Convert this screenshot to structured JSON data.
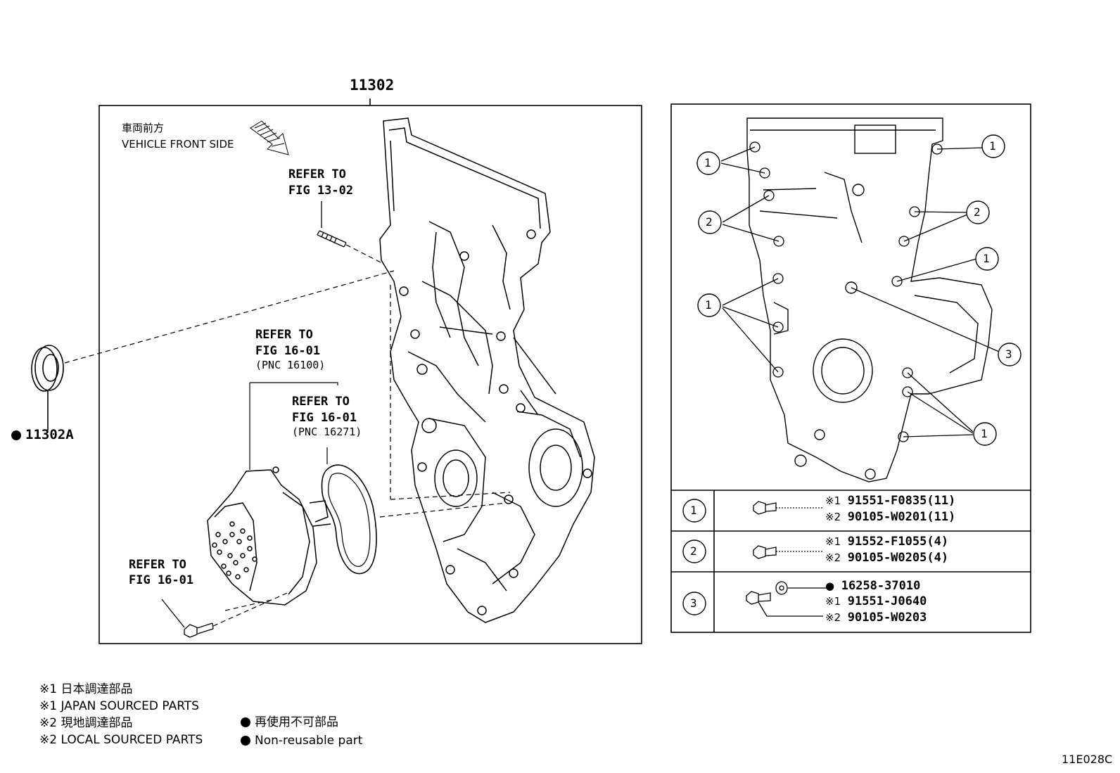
{
  "main_part": "11302",
  "direction": {
    "ja": "車両前方",
    "en": "VEHICLE FRONT SIDE"
  },
  "refs": [
    {
      "line1": "REFER TO",
      "line2": "FIG 13-02",
      "line3": ""
    },
    {
      "line1": "REFER TO",
      "line2": "FIG 16-01",
      "line3": "(PNC 16100)"
    },
    {
      "line1": "REFER TO",
      "line2": "FIG 16-01",
      "line3": "(PNC 16271)"
    },
    {
      "line1": "REFER TO",
      "line2": "FIG 16-01",
      "line3": ""
    }
  ],
  "seal_part": "11302A",
  "callouts": [
    "1",
    "2",
    "3"
  ],
  "table": [
    {
      "num": "1",
      "lines": [
        {
          "mark": "※1",
          "part": "91551-F0835(11)"
        },
        {
          "mark": "※2",
          "part": "90105-W0201(11)"
        }
      ]
    },
    {
      "num": "2",
      "lines": [
        {
          "mark": "※1",
          "part": "91552-F1055(4)"
        },
        {
          "mark": "※2",
          "part": "90105-W0205(4)"
        }
      ]
    },
    {
      "num": "3",
      "lines": [
        {
          "mark": "●",
          "part": "16258-37010"
        },
        {
          "mark": "※1",
          "part": "91551-J0640"
        },
        {
          "mark": "※2",
          "part": "90105-W0203"
        }
      ]
    }
  ],
  "legend": {
    "l1": "※1 日本調達部品",
    "l2": "※1 JAPAN SOURCED PARTS",
    "l3": "※2 現地調達部品",
    "l4": "※2 LOCAL SOURCED PARTS",
    "r1": "再使用不可部品",
    "r2": "Non-reusable part"
  },
  "figure_code": "11E028C"
}
